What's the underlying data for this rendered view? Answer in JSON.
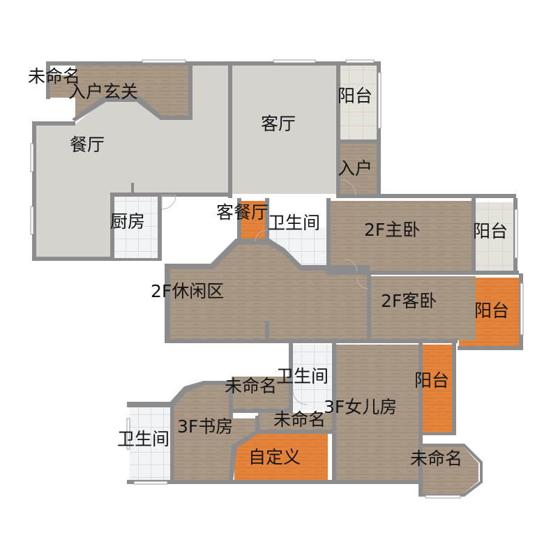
{
  "colors": {
    "wood": "#a99886",
    "wood_stripe": "#9b8a78",
    "orange": "#e4843c",
    "orange_stripe": "#d9772f",
    "tile": "#f2f3f5",
    "tile_line": "#dcdde2",
    "stone": "#d6d3cf",
    "balcony_light": "#e5e1db",
    "wall": "#8c8c8c"
  },
  "rooms": [
    {
      "id": "unnamed-1",
      "label": "未命名",
      "floor": "wood"
    },
    {
      "id": "entrance-hall",
      "label": "入户玄关",
      "floor": "wood"
    },
    {
      "id": "dining",
      "label": "餐厅",
      "floor": "stone"
    },
    {
      "id": "living",
      "label": "客厅",
      "floor": "stone"
    },
    {
      "id": "balcony-1",
      "label": "阳台",
      "floor": "balcony_light"
    },
    {
      "id": "entry",
      "label": "入户",
      "floor": "wood"
    },
    {
      "id": "kitchen",
      "label": "厨房",
      "floor": "tile"
    },
    {
      "id": "living-dining",
      "label": "客餐厅",
      "floor": "orange"
    },
    {
      "id": "bathroom-1",
      "label": "卫生间",
      "floor": "tile"
    },
    {
      "id": "master-bedroom",
      "label": "2F主卧",
      "floor": "wood"
    },
    {
      "id": "balcony-2",
      "label": "阳台",
      "floor": "balcony_light"
    },
    {
      "id": "leisure",
      "label": "2F休闲区",
      "floor": "wood"
    },
    {
      "id": "guest-bedroom",
      "label": "2F客卧",
      "floor": "wood"
    },
    {
      "id": "balcony-3",
      "label": "阳台",
      "floor": "orange"
    },
    {
      "id": "bathroom-2",
      "label": "卫生间",
      "floor": "tile"
    },
    {
      "id": "unnamed-2",
      "label": "未命名",
      "floor": "wood"
    },
    {
      "id": "balcony-4",
      "label": "阳台",
      "floor": "orange"
    },
    {
      "id": "daughter-room",
      "label": "3F女儿房",
      "floor": "wood"
    },
    {
      "id": "unnamed-3",
      "label": "未命名",
      "floor": "wood"
    },
    {
      "id": "bathroom-3",
      "label": "卫生间",
      "floor": "tile"
    },
    {
      "id": "study",
      "label": "3F书房",
      "floor": "wood"
    },
    {
      "id": "custom",
      "label": "自定义",
      "floor": "orange"
    },
    {
      "id": "unnamed-4",
      "label": "未命名",
      "floor": "wood"
    }
  ]
}
